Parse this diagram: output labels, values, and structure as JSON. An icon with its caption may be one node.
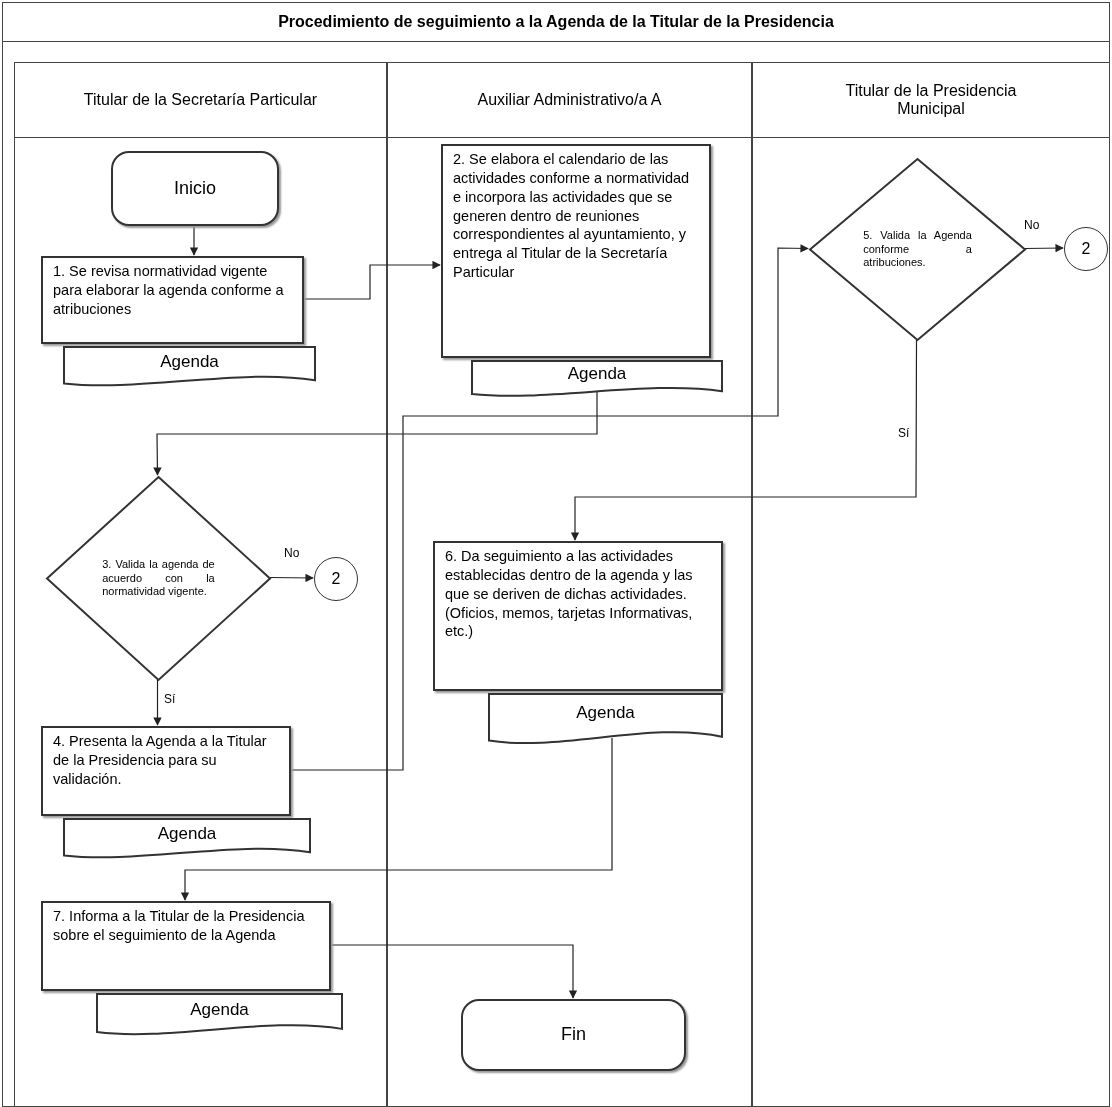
{
  "diagram": {
    "title": "Procedimiento de seguimiento a la Agenda de la Titular de la Presidencia",
    "nodes": [
      {
        "text": [
          "Titular de la Secretaría Particular"
        ]
      },
      {
        "text": [
          "Auxiliar Administrativo/a A"
        ]
      },
      {
        "text": [
          "Titular de la Presidencia Municipal"
        ]
      },
      {
        "text": [
          "Inicio"
        ],
        "in": 0
      },
      {
        "text": [
          "1. Se revisa normatividad vigente para elaborar la agenda conforme a atribuciones"
        ],
        "in": 0
      },
      {
        "text": [
          "Agenda"
        ],
        "in": 0
      },
      {
        "text": [
          "2. Se elabora el calendario de las actividades conforme a normatividad e incorpora las actividades que se generen dentro de reuniones correspondientes al ayuntamiento, y entrega al Titular de la Secretaría Particular"
        ],
        "in": 1
      },
      {
        "text": [
          "Agenda"
        ],
        "in": 1
      },
      {
        "text": [
          "3. Valida la agenda de acuerdo con la normatividad vigente."
        ],
        "in": 0
      },
      {
        "text": [
          "2"
        ],
        "in": 0
      },
      {
        "text": [
          "4. Presenta la Agenda a la Titular de la Presidencia para su validación."
        ],
        "in": 0
      },
      {
        "text": [
          "Agenda"
        ],
        "in": 0
      },
      {
        "text": [
          "5. Valida la Agenda conforme a atribuciones."
        ],
        "in": 2
      },
      {
        "text": [
          "2"
        ],
        "in": 2
      },
      {
        "text": [
          "6. Da seguimiento a las actividades establecidas dentro de la agenda y las que se deriven de dichas actividades. (Oficios, memos, tarjetas Informativas, etc.)"
        ],
        "in": 1
      },
      {
        "text": [
          "Agenda"
        ],
        "in": 1
      },
      {
        "text": [
          "7. Informa a la Titular de la Presidencia sobre el seguimiento de la Agenda"
        ],
        "in": 0
      },
      {
        "text": [
          "Agenda"
        ],
        "in": 0
      },
      {
        "text": [
          "Fin"
        ],
        "in": 1
      }
    ],
    "edges": [
      {
        "from": 3,
        "to": 4,
        "arrow": "to"
      },
      {
        "from": 4,
        "to": 6,
        "arrow": "to"
      },
      {
        "from": 7,
        "to": 8,
        "arrow": "to"
      },
      {
        "from": 8,
        "to": 9,
        "label": "No",
        "arrow": "to"
      },
      {
        "from": 8,
        "to": 10,
        "label": "Sí",
        "arrow": "to"
      },
      {
        "from": 10,
        "to": 12,
        "arrow": "to"
      },
      {
        "from": 12,
        "to": 13,
        "label": "No",
        "arrow": "to"
      },
      {
        "from": 12,
        "to": 14,
        "label": "Sí",
        "arrow": "to"
      },
      {
        "from": 15,
        "to": 16,
        "arrow": "to"
      },
      {
        "from": 16,
        "to": 18,
        "arrow": "to"
      }
    ]
  }
}
